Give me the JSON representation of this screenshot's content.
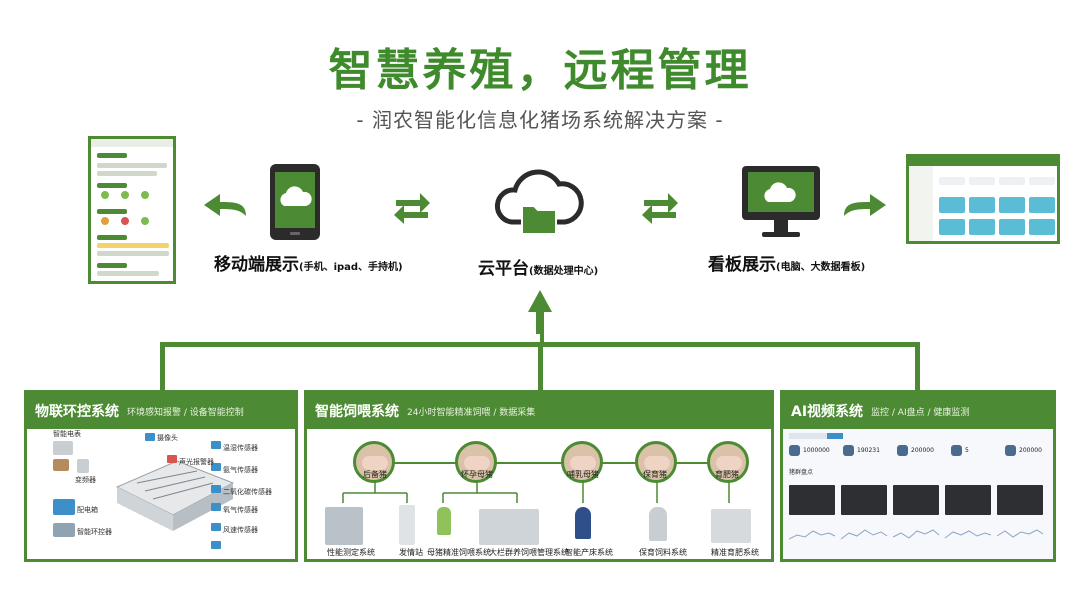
{
  "header": {
    "title": "智慧养殖，远程管理",
    "subtitle": "- 润农智能化信息化猪场系统解决方案 -"
  },
  "nodes": {
    "mobile": {
      "label": "移动端展示",
      "sub": "(手机、ipad、手持机)"
    },
    "cloud": {
      "label": "云平台",
      "sub": "(数据处理中心)"
    },
    "dashboard": {
      "label": "看板展示",
      "sub": "(电脑、大数据看板)"
    }
  },
  "systems": {
    "iot": {
      "title": "物联环控系统",
      "subtitle": "环境感知报警 / 设备智能控制",
      "labels": [
        "摄像头",
        "声光报警器",
        "温湿传感器",
        "氨气传感器",
        "二氧化碳传感器",
        "氧气传感器",
        "风速传感器",
        "智能电表",
        "变频器",
        "配电箱",
        "智能环控器"
      ]
    },
    "feeding": {
      "title": "智能饲喂系统",
      "subtitle": "24小时智能精准饲喂 / 数据采集",
      "stages": [
        "后备猪",
        "怀孕母猪",
        "哺乳母猪",
        "保育猪",
        "育肥猪"
      ],
      "devices": [
        "性能测定系统",
        "发情站",
        "母猪精准饲喂系统",
        "大栏群养饲喂管理系统",
        "智能产床系统",
        "保育饲料系统",
        "精准育肥系统"
      ]
    },
    "ai": {
      "title": "AI视频系统",
      "subtitle": "监控 / AI盘点 / 健康监测",
      "stats": [
        "1000000",
        "190231",
        "200000",
        "5",
        "200000"
      ],
      "section": "猪群盘点"
    }
  },
  "colors": {
    "brand_green": "#4c8a33",
    "title_green": "#3f8a2c"
  }
}
